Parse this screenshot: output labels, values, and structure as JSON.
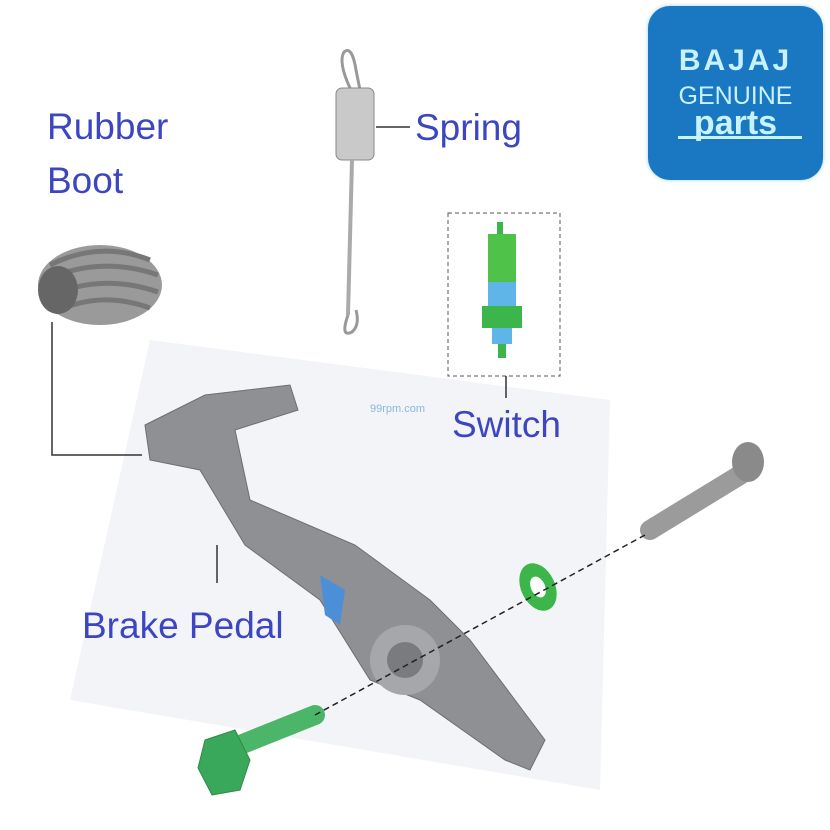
{
  "labels": {
    "rubber_boot_line1": "Rubber",
    "rubber_boot_line2": "Boot",
    "spring": "Spring",
    "switch": "Switch",
    "brake_pedal": "Brake Pedal"
  },
  "logo": {
    "brand": "BAJAJ",
    "line2": "GENUINE",
    "line3": "parts"
  },
  "watermark": "99rpm.com",
  "colors": {
    "label": "#3c46c2",
    "logo_bg": "#1a78c2",
    "part_green": "#3cb54a",
    "part_gray": "#8a8a8a"
  }
}
